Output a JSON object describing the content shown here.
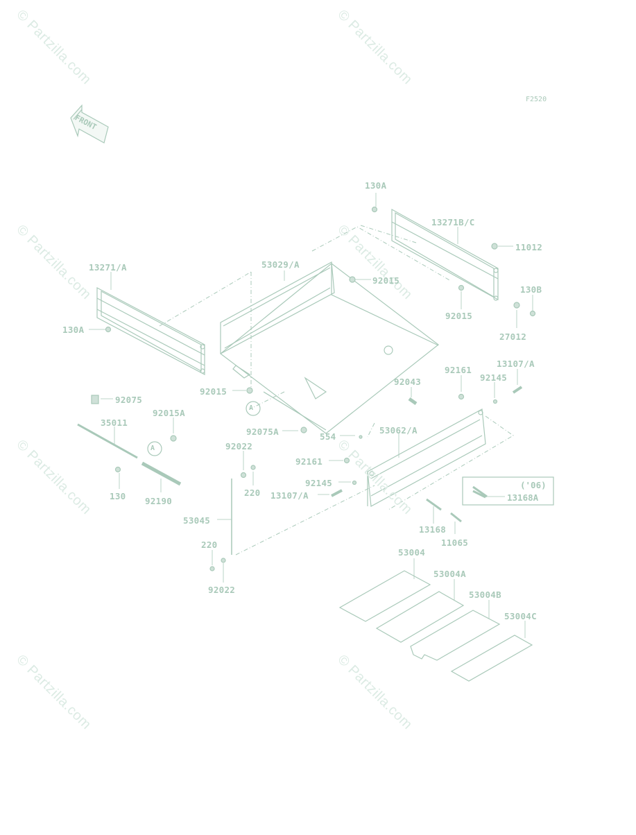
{
  "watermark_text": "© Partzilla.com",
  "diagram_code": "F2520",
  "front_label": "FRONT",
  "reference_marker": "A",
  "box_note": {
    "year": "('06)",
    "part": "13168A"
  },
  "parts": {
    "p130A_top": "130A",
    "p13271BC": "13271B/C",
    "p11012": "11012",
    "p53029A": "53029/A",
    "p92015_mid": "92015",
    "p13271A": "13271/A",
    "p130B": "130B",
    "p92015_right": "92015",
    "p27012": "27012",
    "p130A_left": "130A",
    "p92161_top": "92161",
    "p13107A_top": "13107/A",
    "p92145_top": "92145",
    "p92043": "92043",
    "p92015_left": "92015",
    "p92075": "92075",
    "p92015A": "92015A",
    "p35011": "35011",
    "p92075A": "92075A",
    "p554": "554",
    "p53062A": "53062/A",
    "p92022_top": "92022",
    "p92161_mid": "92161",
    "p220_top": "220",
    "p92145_mid": "92145",
    "p13107A_mid": "13107/A",
    "p130": "130",
    "p92190": "92190",
    "p53045": "53045",
    "p13168": "13168",
    "p11065": "11065",
    "p220_bot": "220",
    "p53004": "53004",
    "p53004A": "53004A",
    "p92022_bot": "92022",
    "p53004B": "53004B",
    "p53004C": "53004C"
  }
}
